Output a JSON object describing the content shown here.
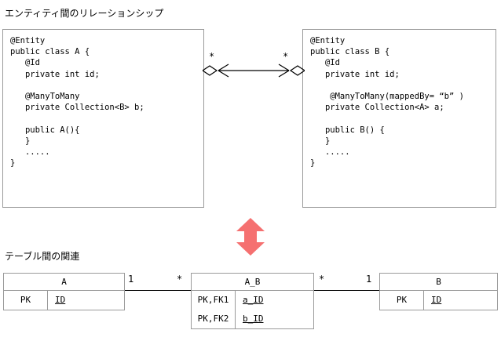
{
  "sections": {
    "entity_caption": "エンティティ間のリレーションシップ",
    "table_caption": "テーブル間の関連"
  },
  "code_boxes": [
    {
      "name": "entity-a",
      "code": "@Entity\npublic class A {\n   @Id\n   private int id;\n\n   @ManyToMany\n   private Collection<B> b;\n\n   public A(){\n   }\n   .....\n}"
    },
    {
      "name": "entity-b",
      "code": "@Entity\npublic class B {\n   @Id\n   private int id;\n\n    @ManyToMany(mappedBy= “b” )\n   private Collection<A> a;\n\n   public B() {\n   }\n   .....\n}"
    }
  ],
  "association": {
    "left_multiplicity": "*",
    "right_multiplicity": "*",
    "notation": "many-to-many"
  },
  "transform_arrow": {
    "direction": "double-vertical",
    "color": "#F57070"
  },
  "er_tables": [
    {
      "name": "A",
      "title": "A",
      "rows": [
        {
          "key": "PK",
          "column": "ID"
        }
      ]
    },
    {
      "name": "A_B",
      "title": "A_B",
      "rows": [
        {
          "key": "PK,FK1",
          "column": "a_ID"
        },
        {
          "key": "PK,FK2",
          "column": "b_ID"
        }
      ]
    },
    {
      "name": "B",
      "title": "B",
      "rows": [
        {
          "key": "PK",
          "column": "ID"
        }
      ]
    }
  ],
  "er_relations": {
    "a_side": "1",
    "ab_left_side": "*",
    "ab_right_side": "*",
    "b_side": "1"
  },
  "colors": {
    "arrow": "#F57070",
    "border": "#9a9a9a",
    "text": "#000000",
    "background": "#ffffff"
  }
}
